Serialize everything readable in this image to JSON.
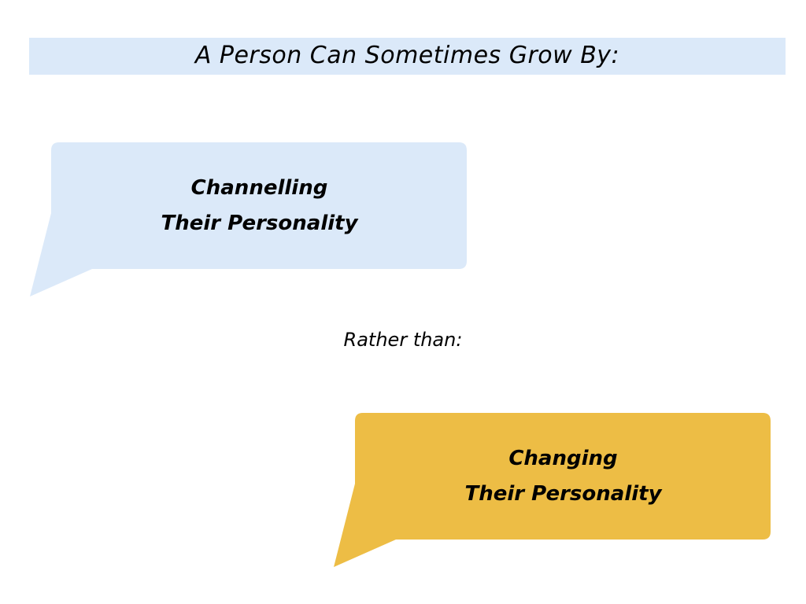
{
  "title": "A Person Can Sometimes Grow By:",
  "bubbles": [
    {
      "line1": "Channelling",
      "line2": "Their Personality",
      "color": "#dbe9f9"
    },
    {
      "line1": "Changing",
      "line2": "Their Personality",
      "color": "#edbd45"
    }
  ],
  "connector": "Rather than:",
  "colors": {
    "title_band": "#dbe9f9",
    "text": "#000000",
    "background": "#ffffff"
  }
}
